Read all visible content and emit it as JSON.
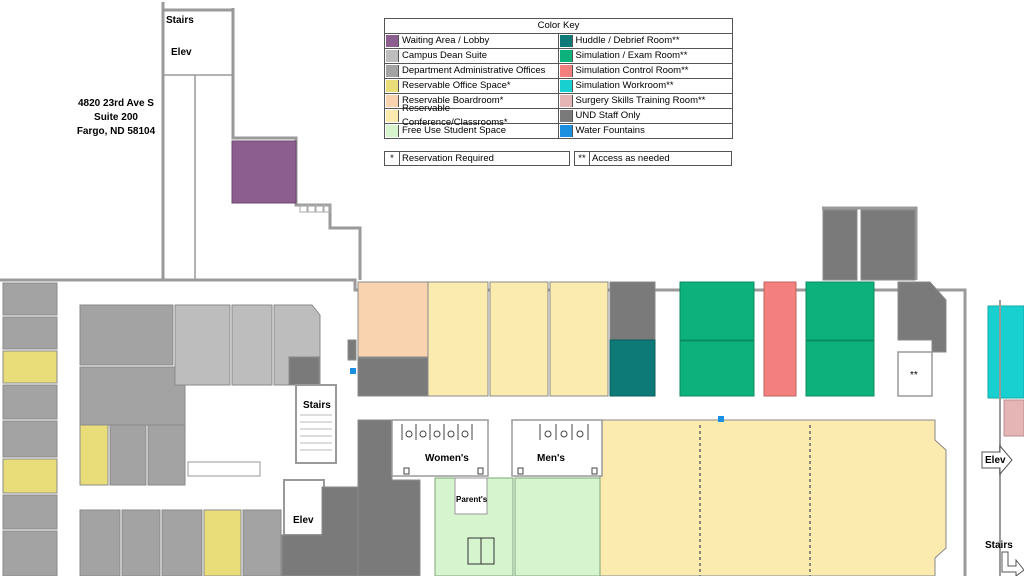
{
  "address": {
    "line1": "4820 23rd Ave S",
    "line2": "Suite 200",
    "line3": "Fargo, ND 58104"
  },
  "color_key": {
    "title": "Color Key",
    "items": [
      {
        "label": "Waiting Area / Lobby",
        "color": "#8B5E8F"
      },
      {
        "label": "Huddle / Debrief Room**",
        "color": "#0E7A78"
      },
      {
        "label": "Campus Dean Suite",
        "color": "#BDBDBD"
      },
      {
        "label": "Simulation / Exam Room**",
        "color": "#0DB17C"
      },
      {
        "label": "Department Administrative Offices",
        "color": "#A3A3A3"
      },
      {
        "label": "Simulation Control Room**",
        "color": "#F47F7F"
      },
      {
        "label": "Reservable Office Space*",
        "color": "#E9DD7A"
      },
      {
        "label": "Simulation Workroom**",
        "color": "#19D0D0"
      },
      {
        "label": "Reservable Boardroom*",
        "color": "#F9D3B0"
      },
      {
        "label": "Surgery Skills Training Room**",
        "color": "#E5B5B5"
      },
      {
        "label": "Reservable Conference/Classrooms*",
        "color": "#FBEBAF"
      },
      {
        "label": "UND Staff Only",
        "color": "#7A7A7A"
      },
      {
        "label": "Free Use Student Space",
        "color": "#D6F5CE"
      },
      {
        "label": "Water Fountains",
        "color": "#1B8FE0"
      }
    ]
  },
  "notes": {
    "reservation": {
      "symbol": "*",
      "label": "Reservation Required"
    },
    "access": {
      "symbol": "**",
      "label": "Access as needed"
    }
  },
  "labels": {
    "stairs": "Stairs",
    "elev": "Elev",
    "womens": "Women's",
    "mens": "Men's",
    "parents": "Parent's",
    "access_mark": "**"
  }
}
